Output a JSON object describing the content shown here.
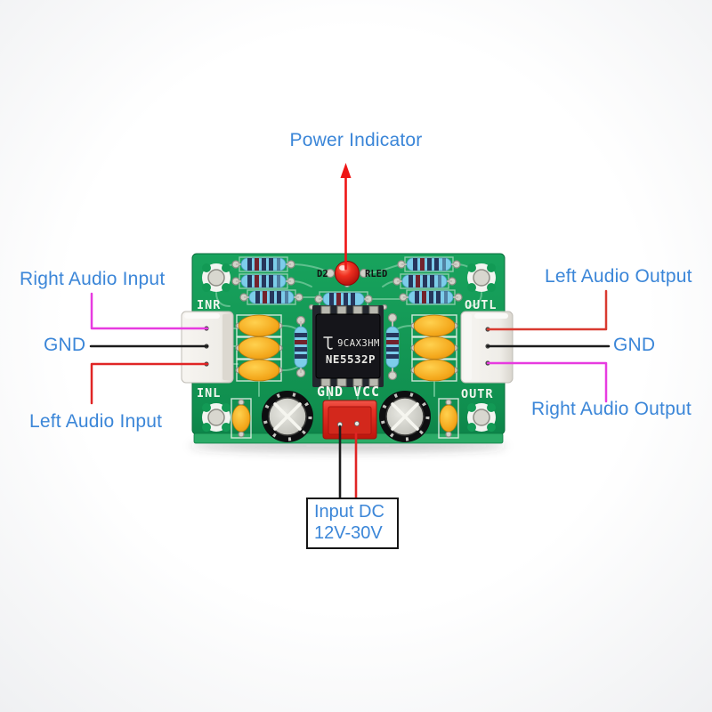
{
  "annotations": {
    "power_indicator": "Power Indicator",
    "right_audio_input": "Right Audio Input",
    "gnd_left": "GND",
    "left_audio_input": "Left Audio Input",
    "left_audio_output": "Left Audio Output",
    "gnd_right": "GND",
    "right_audio_output": "Right Audio Output",
    "input_dc": {
      "line1": "Input DC",
      "line2": "12V-30V"
    }
  },
  "board": {
    "silkscreen": {
      "inr": "INR",
      "inl": "INL",
      "outl": "OUTL",
      "outr": "OUTR",
      "gnd": "GND",
      "vcc": "VCC",
      "d2": "D2",
      "rled": "RLED"
    },
    "ic": {
      "marking_line1": "9CAX3HM",
      "marking_line2": "NE5532P",
      "logo": "texas-instruments"
    }
  },
  "colors": {
    "label_blue": "#3b86d8",
    "line_magenta": "#e73be0",
    "line_red": "#e02525",
    "line_black": "#1c1c1c",
    "arrow_red": "#ee1515",
    "pcb_green": "#149a55",
    "resistor_blue": "#7ccdea",
    "capacitor_yellow": "#f4a81c",
    "connector_red": "#df2317",
    "background": "#f7f7f8"
  }
}
